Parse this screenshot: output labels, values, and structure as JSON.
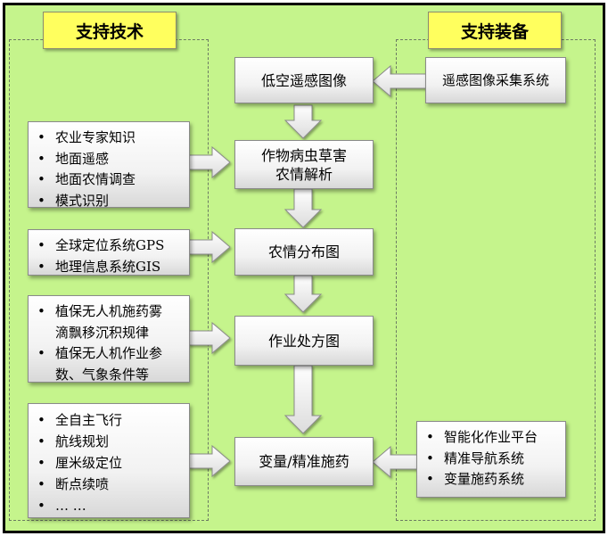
{
  "headers": {
    "tech": "支持技术",
    "equip": "支持装备"
  },
  "flow": {
    "step1": "低空遥感图像",
    "step2_line1": "作物病虫草害",
    "step2_line2": "农情解析",
    "step3": "农情分布图",
    "step4": "作业处方图",
    "step5": "变量/精准施药"
  },
  "tech": {
    "group1": [
      "农业专家知识",
      "地面遥感",
      "地面农情调查",
      "模式识别"
    ],
    "group2": [
      "全球定位系统GPS",
      "地理信息系统GIS"
    ],
    "group3": [
      {
        "line1": "植保无人机施药雾",
        "line2": "滴飘移沉积规律"
      },
      {
        "line1": "植保无人机作业参",
        "line2": "数、气象条件等"
      }
    ],
    "group4": [
      "全自主飞行",
      "航线规划",
      "厘米级定位",
      "断点续喷",
      "… …"
    ]
  },
  "equip": {
    "group1": "遥感图像采集系统",
    "group2": [
      "智能化作业平台",
      "精准导航系统",
      "变量施药系统"
    ]
  }
}
